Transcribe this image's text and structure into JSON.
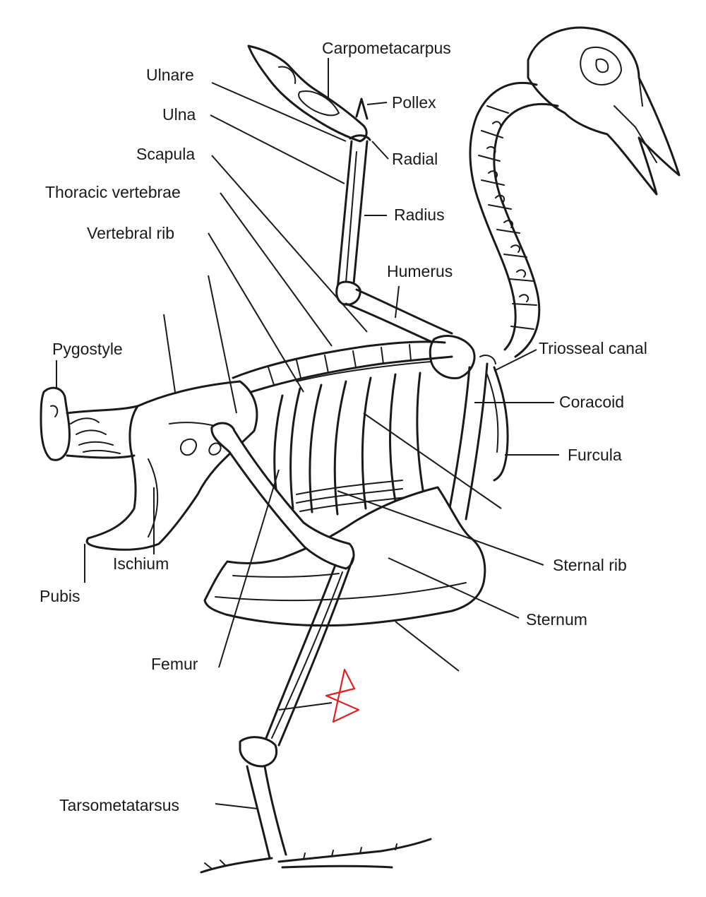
{
  "labels": {
    "carpometacarpus": "Carpometacarpus",
    "ulnare": "Ulnare",
    "pollex": "Pollex",
    "ulna": "Ulna",
    "radial": "Radial",
    "scapula": "Scapula",
    "thoracic_vertebrae": "Thoracic vertebrae",
    "radius": "Radius",
    "vertebral_rib": "Vertebral rib",
    "humerus": "Humerus",
    "pygostyle": "Pygostyle",
    "triosseal_canal": "Triosseal canal",
    "coracoid": "Coracoid",
    "furcula": "Furcula",
    "ischium": "Ischium",
    "sternal_rib": "Sternal rib",
    "pubis": "Pubis",
    "sternum": "Sternum",
    "femur": "Femur",
    "tarsometatarsus": "Tarsometatarsus"
  },
  "annotation": {
    "mark_color": "#e02020",
    "mark_shape": "star"
  }
}
